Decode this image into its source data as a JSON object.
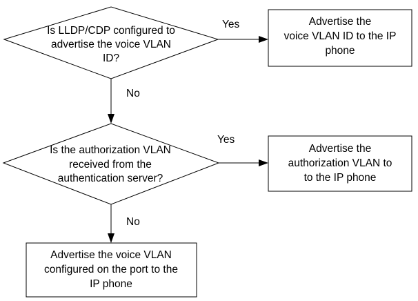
{
  "decisions": {
    "d1": {
      "lines": [
        "Is LLDP/CDP configured to",
        "advertise the voice VLAN",
        "ID?"
      ]
    },
    "d2": {
      "lines": [
        "Is the authorization VLAN",
        "received from the",
        "authentication server?"
      ]
    }
  },
  "processes": {
    "p1": {
      "lines": [
        "Advertise the",
        "voice VLAN ID to the IP",
        "phone"
      ]
    },
    "p2": {
      "lines": [
        "Advertise the",
        "authorization VLAN to",
        "to the IP phone"
      ]
    },
    "p3": {
      "lines": [
        "Advertise the voice VLAN",
        "configured on the port to the",
        "IP phone"
      ]
    }
  },
  "edge_labels": {
    "d1_yes": "Yes",
    "d1_no": "No",
    "d2_yes": "Yes",
    "d2_no": "No"
  }
}
